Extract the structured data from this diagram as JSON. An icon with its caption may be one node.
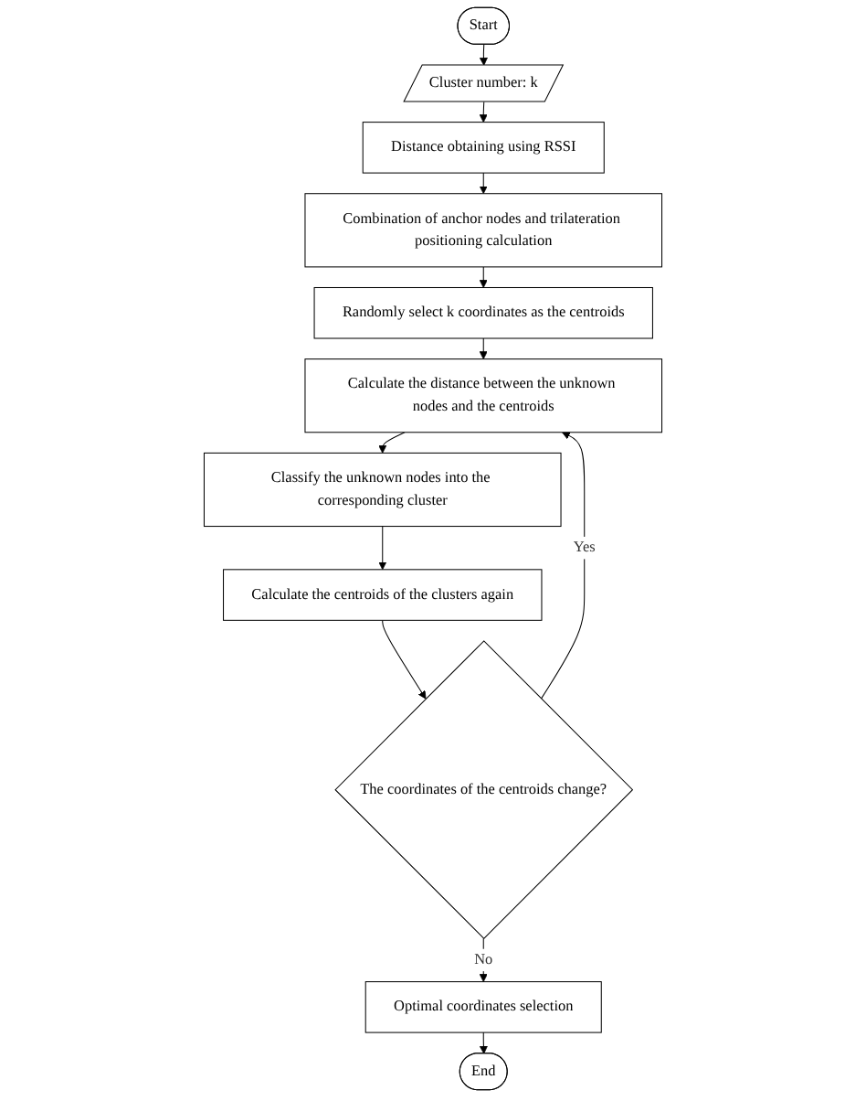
{
  "diagram": {
    "nodes": [
      {
        "text": [
          "Start"
        ]
      },
      {
        "text": [
          "Cluster number: k"
        ]
      },
      {
        "text": [
          "Distance obtaining using RSSI"
        ]
      },
      {
        "text": [
          "Combination of anchor nodes and trilateration positioning calculation"
        ]
      },
      {
        "text": [
          "Randomly select k coordinates as the centroids"
        ]
      },
      {
        "text": [
          "Calculate the distance between the unknown nodes and the centroids"
        ]
      },
      {
        "text": [
          "Classify the unknown nodes into the corresponding cluster"
        ]
      },
      {
        "text": [
          "Calculate the centroids of the clusters again"
        ]
      },
      {
        "text": [
          "The coordinates of the centroids change?"
        ]
      },
      {
        "text": [
          "Optimal coordinates selection"
        ]
      },
      {
        "text": [
          "End"
        ]
      }
    ],
    "edges": [
      {
        "from": 0,
        "to": 1,
        "arrow": "to"
      },
      {
        "from": 1,
        "to": 2,
        "arrow": "to"
      },
      {
        "from": 2,
        "to": 3,
        "arrow": "to"
      },
      {
        "from": 3,
        "to": 4,
        "arrow": "to"
      },
      {
        "from": 4,
        "to": 5,
        "arrow": "to"
      },
      {
        "from": 5,
        "to": 6,
        "arrow": "to"
      },
      {
        "from": 6,
        "to": 7,
        "arrow": "to"
      },
      {
        "from": 7,
        "to": 8,
        "arrow": "to"
      },
      {
        "from": 8,
        "to": 5,
        "label": "Yes",
        "arrow": "to"
      },
      {
        "from": 8,
        "to": 9,
        "label": "No",
        "arrow": "to"
      },
      {
        "from": 9,
        "to": 10,
        "arrow": "to"
      }
    ]
  }
}
